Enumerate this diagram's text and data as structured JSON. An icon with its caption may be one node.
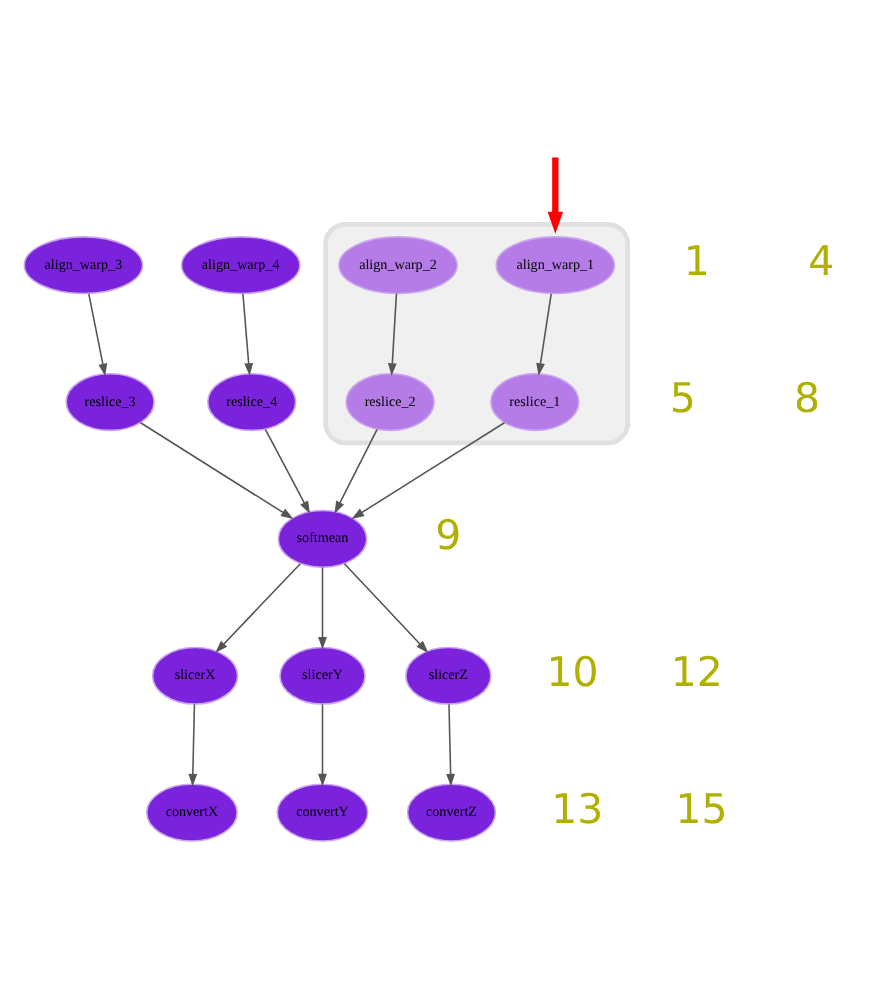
{
  "diagram": {
    "nodes": [
      {
        "text": [],
        "shape": "ellipse"
      },
      {
        "text": [
          "align_warp_1"
        ],
        "in": 0
      },
      {
        "text": [
          "align_warp_2"
        ],
        "in": 0
      },
      {
        "text": [
          "align_warp_3"
        ]
      },
      {
        "text": [
          "align_warp_4"
        ]
      },
      {
        "text": [
          "reslice_1"
        ],
        "in": 0
      },
      {
        "text": [
          "reslice_2"
        ],
        "in": 0
      },
      {
        "text": [
          "reslice_3"
        ]
      },
      {
        "text": [
          "reslice_4"
        ]
      },
      {
        "text": [
          "softmean"
        ]
      },
      {
        "text": [
          "slicerX"
        ]
      },
      {
        "text": [
          "slicerY"
        ]
      },
      {
        "text": [
          "slicerZ"
        ]
      },
      {
        "text": [
          "convertX"
        ]
      },
      {
        "text": [
          "convertY"
        ]
      },
      {
        "text": [
          "convertZ"
        ]
      }
    ],
    "edges": [
      {
        "from": 1,
        "to": 5,
        "arrow": "to"
      },
      {
        "from": 2,
        "to": 6,
        "arrow": "to"
      },
      {
        "from": 3,
        "to": 7,
        "arrow": "to"
      },
      {
        "from": 4,
        "to": 8,
        "arrow": "to"
      },
      {
        "from": 5,
        "to": 9,
        "arrow": "to"
      },
      {
        "from": 6,
        "to": 9,
        "arrow": "to"
      },
      {
        "from": 7,
        "to": 9,
        "arrow": "to"
      },
      {
        "from": 8,
        "to": 9,
        "arrow": "to"
      },
      {
        "from": 9,
        "to": 10,
        "arrow": "to"
      },
      {
        "from": 9,
        "to": 11,
        "arrow": "to"
      },
      {
        "from": 9,
        "to": 12,
        "arrow": "to"
      },
      {
        "from": 10,
        "to": 13,
        "arrow": "to"
      },
      {
        "from": 11,
        "to": 14,
        "arrow": "to"
      },
      {
        "from": 12,
        "to": 15,
        "arrow": "to"
      },
      {
        "from": null,
        "to": 0,
        "arrow": "to",
        "style": "thick",
        "color": "#ff0000"
      }
    ],
    "labels": [
      "1",
      "4",
      "5",
      "8",
      "9",
      "10",
      "12",
      "13",
      "15"
    ]
  }
}
